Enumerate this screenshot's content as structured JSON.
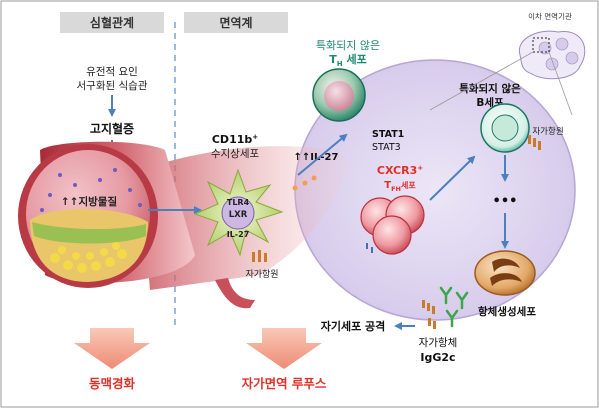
{
  "headers": {
    "cardio": "심혈관계",
    "immune": "면역계",
    "secondary_organ": "이차 면역기관"
  },
  "cardio": {
    "cause_line1": "유전적 요인",
    "cause_line2": "서구화된 식습관",
    "hyperlipidemia": "고지혈증",
    "lipid_label": "↑↑지방물질",
    "outcome": "동맥경화"
  },
  "immune": {
    "dc_title": "CD11b",
    "dc_title_sup": "+",
    "dc_subtitle": "수지상세포",
    "tlr4": "TLR4",
    "lxr": "LXR",
    "il27_inner": "IL-27",
    "autoantigen_dc": "자가항원",
    "il27_up": "↑↑IL-27",
    "th_title": "특화되지 않은",
    "th_main": "T",
    "th_sub": "H",
    "th_suffix": " 세포",
    "stat1": "STAT1",
    "stat3": "STAT3",
    "cxcr3": "CXCR3",
    "cxcr3_sup": "+",
    "tfh_main": "T",
    "tfh_sub": "FH",
    "tfh_suffix": "세포",
    "bcell_title": "특화되지 않은",
    "bcell_main": "B세포",
    "autoantigen_b": "자가항원",
    "dots": "•••",
    "plasma": "항체생성세포",
    "autoantibody": "자가항체",
    "igg2c": "IgG2c",
    "attack": "자기세포 공격",
    "outcome": "자가면역 루푸스"
  },
  "colors": {
    "header_bg": "#d9d9d9",
    "outcome_red": "#e0302a",
    "arrow_blue": "#4a7fc1",
    "teal": "#1e8a72",
    "vessel": "#c94a52",
    "organ": "#dcd3ee"
  }
}
